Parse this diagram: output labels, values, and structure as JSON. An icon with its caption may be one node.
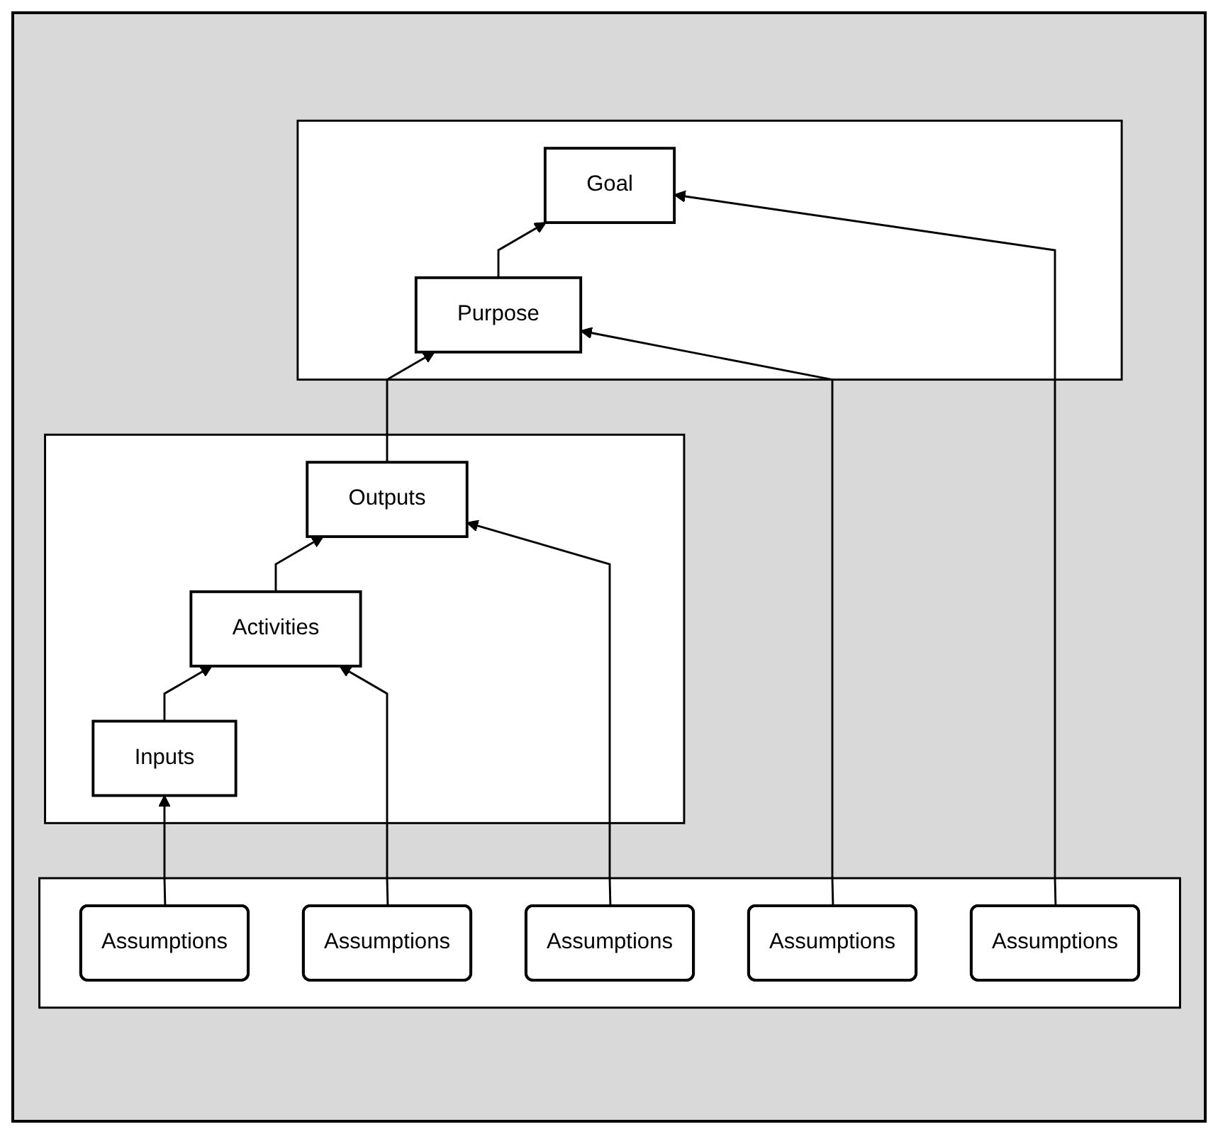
{
  "diagram": {
    "nodes": [
      {
        "text": [],
        "shape": "box"
      },
      {
        "text": [
          "Goal"
        ],
        "in": 0
      },
      {
        "text": [
          "Purpose"
        ],
        "in": 0
      },
      {
        "text": [],
        "shape": "box"
      },
      {
        "text": [
          "Outputs"
        ],
        "in": 3
      },
      {
        "text": [
          "Activities"
        ],
        "in": 3
      },
      {
        "text": [
          "Inputs"
        ],
        "in": 3
      },
      {
        "text": [],
        "shape": "box"
      },
      {
        "text": [
          "Assumptions"
        ],
        "in": 7
      },
      {
        "text": [
          "Assumptions"
        ],
        "in": 7
      },
      {
        "text": [
          "Assumptions"
        ],
        "in": 7
      },
      {
        "text": [
          "Assumptions"
        ],
        "in": 7
      },
      {
        "text": [
          "Assumptions"
        ],
        "in": 7
      }
    ],
    "edges": [
      {
        "from": 2,
        "to": 1,
        "arrow": "to"
      },
      {
        "from": 4,
        "to": 2,
        "arrow": "to"
      },
      {
        "from": 5,
        "to": 4,
        "arrow": "to"
      },
      {
        "from": 6,
        "to": 5,
        "arrow": "to"
      },
      {
        "from": 8,
        "to": 1,
        "arrow": "to"
      },
      {
        "from": 9,
        "to": 2,
        "arrow": "to"
      },
      {
        "from": 10,
        "to": 4,
        "arrow": "to"
      },
      {
        "from": 11,
        "to": 5,
        "arrow": "to"
      },
      {
        "from": 12,
        "to": 6,
        "arrow": "to"
      }
    ]
  }
}
